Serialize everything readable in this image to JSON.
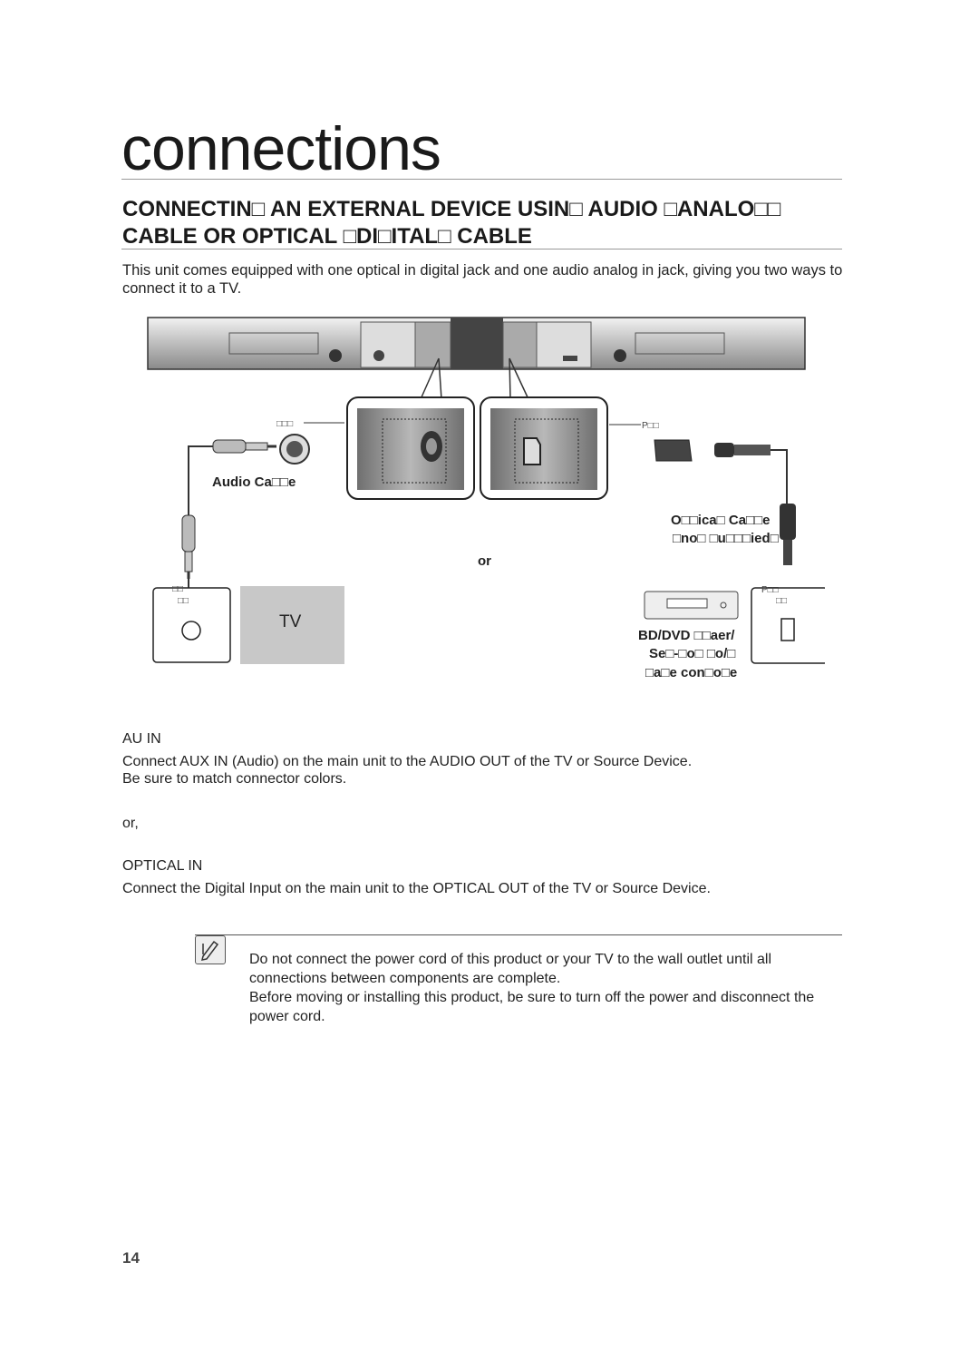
{
  "page": {
    "section_title": "connections",
    "heading": "CONNECTIN□ AN EXTERNAL DEVICE USIN□ AUDIO □ANALO□□ CABLE OR OPTICAL □DI□ITAL□ CABLE",
    "intro": "This unit comes equipped with one optical in digital jack and one audio analog in jack, giving you two ways to connect it to a TV.",
    "page_number": "14"
  },
  "diagram": {
    "aux_small": "□□□",
    "optical_small": "P□□",
    "audio_cable": "Audio Ca□□e",
    "optical_cable_line1": "O□□ica□ Ca□□e",
    "optical_cable_line2": "□no□ □u□□□ied□",
    "or": "or",
    "tv_port_small_1": "□□",
    "tv_port_small_2": "□□",
    "tv": "TV",
    "device_port_small_1": "P□□",
    "device_port_small_2": "□□",
    "device_line1": "BD/DVD □□aer/",
    "device_line2": "Se□-□o□ □o/□",
    "device_line3": "□a□e con□o□e"
  },
  "aux": {
    "label": "AU  IN",
    "text1": "Connect AUX IN (Audio) on the main unit to the AUDIO OUT of the TV or Source Device.",
    "text2": "Be sure to match connector colors."
  },
  "or_text": "or,",
  "optical": {
    "label": "OPTICAL IN",
    "text": "Connect the Digital Input on the main unit to the OPTICAL OUT of the TV or Source Device."
  },
  "note": {
    "item1": "Do not connect the power cord of this product or your TV to the wall outlet until all connections between components are complete.",
    "item2": "Before moving or installing this product, be sure to turn off the power and disconnect the power cord."
  }
}
